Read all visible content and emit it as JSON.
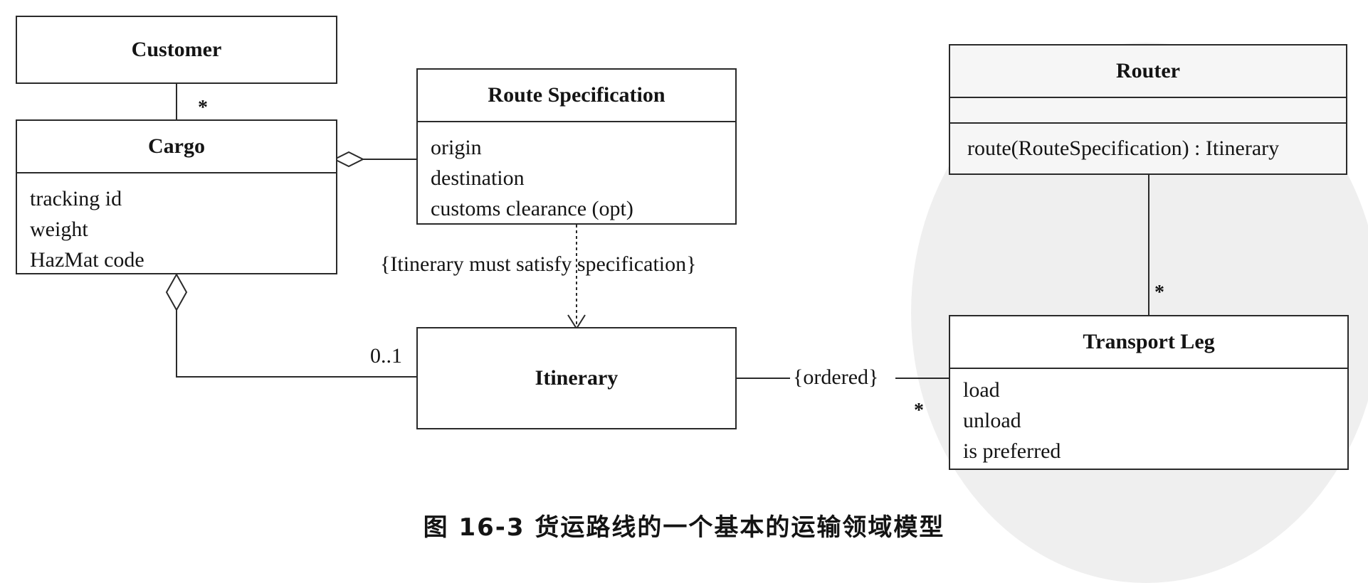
{
  "classes": {
    "customer": {
      "name": "Customer"
    },
    "cargo": {
      "name": "Cargo",
      "attributes": [
        "tracking id",
        "weight",
        "HazMat code"
      ]
    },
    "route_specification": {
      "name": "Route Specification",
      "attributes": [
        "origin",
        "destination",
        "customs clearance (opt)"
      ]
    },
    "router": {
      "name": "Router",
      "operations": [
        "route(RouteSpecification) : Itinerary"
      ]
    },
    "itinerary": {
      "name": "Itinerary"
    },
    "transport_leg": {
      "name": "Transport Leg",
      "attributes": [
        "load",
        "unload",
        "is preferred"
      ]
    }
  },
  "labels": {
    "constraint": "{Itinerary must satisfy specification}",
    "ordered": "{ordered}",
    "mult_cargo_customer": "*",
    "mult_itinerary": "0..1",
    "mult_leg_itinerary": "*",
    "mult_leg_router": "*"
  },
  "caption": "图 16-3   货运路线的一个基本的运输领域模型"
}
